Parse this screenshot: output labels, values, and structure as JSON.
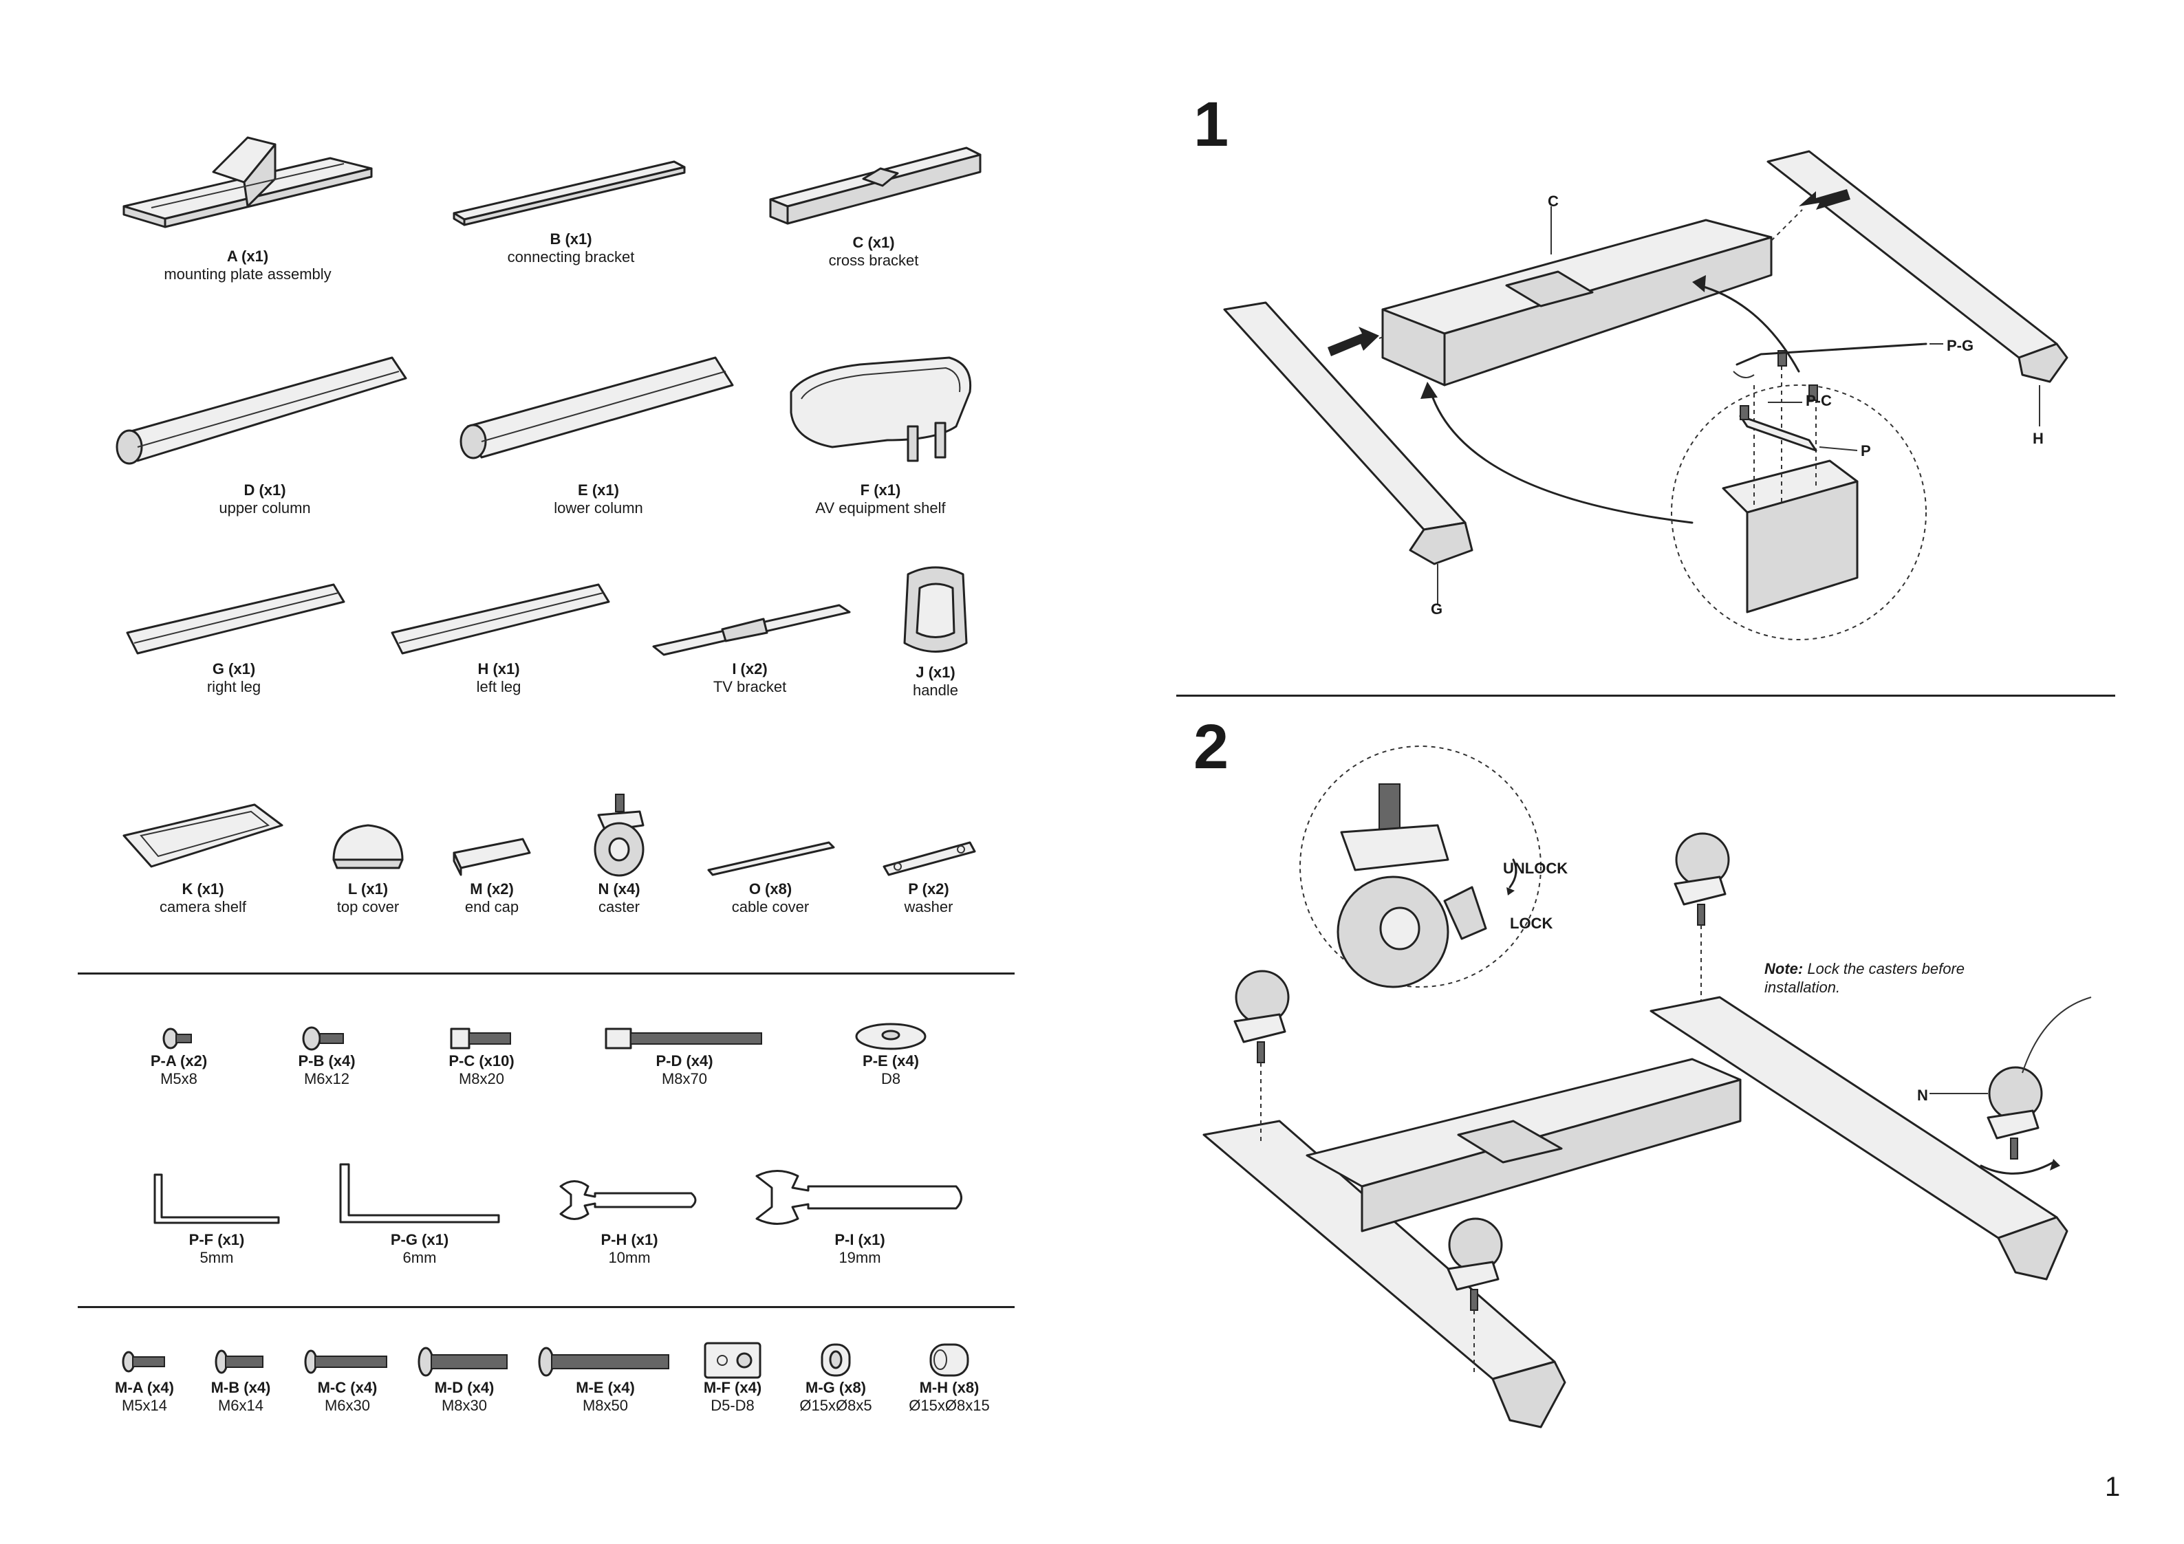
{
  "components": [
    {
      "code": "A (x1)",
      "desc": "mounting plate assembly"
    },
    {
      "code": "B (x1)",
      "desc": "connecting bracket"
    },
    {
      "code": "C (x1)",
      "desc": "cross bracket"
    },
    {
      "code": "D (x1)",
      "desc": "upper column"
    },
    {
      "code": "E (x1)",
      "desc": "lower column"
    },
    {
      "code": "F (x1)",
      "desc": "AV equipment shelf"
    },
    {
      "code": "G (x1)",
      "desc": "right leg"
    },
    {
      "code": "H (x1)",
      "desc": "left leg"
    },
    {
      "code": "I (x2)",
      "desc": "TV bracket"
    },
    {
      "code": "J (x1)",
      "desc": "handle"
    },
    {
      "code": "K (x1)",
      "desc": "camera shelf"
    },
    {
      "code": "L (x1)",
      "desc": "top cover"
    },
    {
      "code": "M (x2)",
      "desc": "end cap"
    },
    {
      "code": "N (x4)",
      "desc": "caster"
    },
    {
      "code": "O (x8)",
      "desc": "cable cover"
    },
    {
      "code": "P (x2)",
      "desc": "washer"
    }
  ],
  "hardware_p": [
    {
      "code": "P-A (x2)",
      "desc": "M5x8"
    },
    {
      "code": "P-B (x4)",
      "desc": "M6x12"
    },
    {
      "code": "P-C (x10)",
      "desc": "M8x20"
    },
    {
      "code": "P-D (x4)",
      "desc": "M8x70"
    },
    {
      "code": "P-E (x4)",
      "desc": "D8"
    },
    {
      "code": "P-F (x1)",
      "desc": "5mm"
    },
    {
      "code": "P-G (x1)",
      "desc": "6mm"
    },
    {
      "code": "P-H (x1)",
      "desc": "10mm"
    },
    {
      "code": "P-I (x1)",
      "desc": "19mm"
    }
  ],
  "hardware_m": [
    {
      "code": "M-A (x4)",
      "desc": "M5x14"
    },
    {
      "code": "M-B (x4)",
      "desc": "M6x14"
    },
    {
      "code": "M-C (x4)",
      "desc": "M6x30"
    },
    {
      "code": "M-D (x4)",
      "desc": "M8x30"
    },
    {
      "code": "M-E (x4)",
      "desc": "M8x50"
    },
    {
      "code": "M-F (x4)",
      "desc": "D5-D8"
    },
    {
      "code": "M-G (x8)",
      "desc": "Ø15xØ8x5"
    },
    {
      "code": "M-H (x8)",
      "desc": "Ø15xØ8x15"
    }
  ],
  "step1": {
    "number": "1",
    "callouts": {
      "c": "C",
      "pg": "P-G",
      "pc": "P-C",
      "p": "P",
      "h": "H",
      "g": "G"
    }
  },
  "step2": {
    "number": "2",
    "unlock": "UNLOCK",
    "lock": "LOCK",
    "note_label": "Note:",
    "note_text": "Lock the casters before installation.",
    "callout_n": "N"
  },
  "page_number": "1"
}
